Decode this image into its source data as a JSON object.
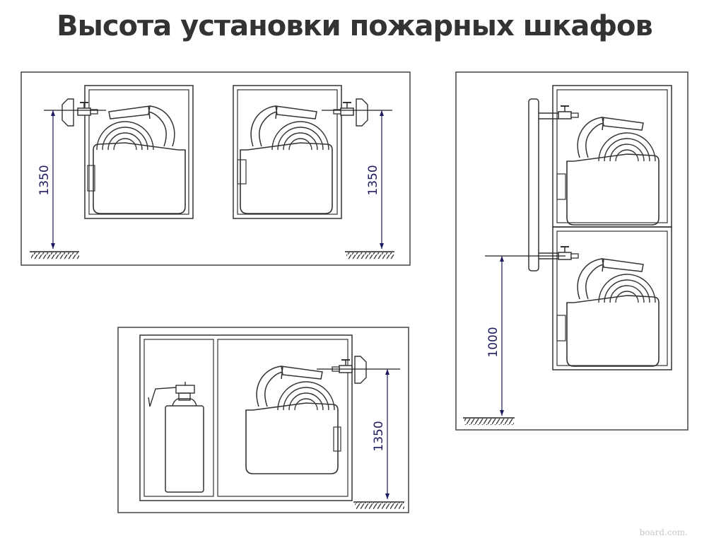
{
  "title": "Высота установки пожарных шкафов",
  "dimensions": {
    "top_left": "1350",
    "top_middle": "1350",
    "bottom": "1350",
    "right": "1000"
  },
  "watermark": "board.com.",
  "colors": {
    "line": "#333333",
    "dimension": "#1c1a5e",
    "frame": "#444444"
  }
}
